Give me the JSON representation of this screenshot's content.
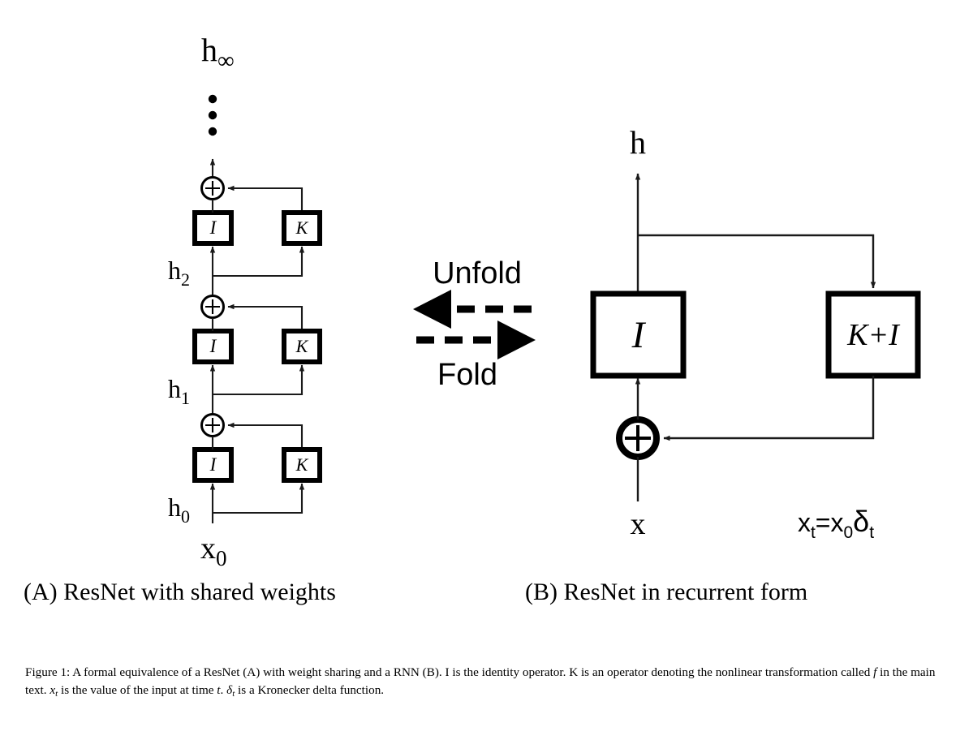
{
  "figure": {
    "panels": [
      {
        "id": "A",
        "caption": "(A) ResNet with shared weights",
        "top_label": "h",
        "top_label_sub": "∞",
        "input_label": "x",
        "input_label_sub": "0",
        "vertical_dots": "⋮",
        "stages": [
          {
            "state_label": "h",
            "state_sub": "2",
            "identity_box": "I",
            "operator_box": "K",
            "adder": "+"
          },
          {
            "state_label": "h",
            "state_sub": "1",
            "identity_box": "I",
            "operator_box": "K",
            "adder": "+"
          },
          {
            "state_label": "h",
            "state_sub": "0",
            "identity_box": "I",
            "operator_box": "K",
            "adder": "+"
          }
        ]
      },
      {
        "id": "B",
        "caption": "(B) ResNet in recurrent form",
        "top_label": "h",
        "input_label": "x",
        "identity_box": "I",
        "operator_box": "K+I",
        "adder": "+",
        "input_equation": "xₜ=x₀δₜ",
        "input_equation_parts": {
          "lhs": "x",
          "lhs_sub": "t",
          "eq": "=",
          "rhs1": "x",
          "rhs1_sub": "0",
          "rhs2": "δ",
          "rhs2_sub": "t"
        }
      }
    ],
    "transform_arrows": {
      "unfold_label": "Unfold",
      "fold_label": "Fold"
    },
    "caption_segments": [
      {
        "text": "Figure 1: A formal equivalence of a ResNet (A) with weight sharing and a RNN (B). I is the identity operator. K is an operator denoting the nonlinear transformation called ",
        "style": "normal"
      },
      {
        "text": "f",
        "style": "italic"
      },
      {
        "text": " in the main text. ",
        "style": "normal"
      },
      {
        "text": "x",
        "style": "italic"
      },
      {
        "text": "t",
        "style": "italic-sub"
      },
      {
        "text": " is the value of the input at time ",
        "style": "normal"
      },
      {
        "text": "t",
        "style": "italic"
      },
      {
        "text": ". ",
        "style": "normal"
      },
      {
        "text": "δ",
        "style": "italic"
      },
      {
        "text": "t",
        "style": "italic-sub"
      },
      {
        "text": " is a Kronecker delta function.",
        "style": "normal"
      }
    ],
    "caption_full": "Figure 1: A formal equivalence of a ResNet (A) with weight sharing and a RNN (B). I is the identity operator. K is an operator denoting the nonlinear transformation called f in the main text. x_t is the value of the input at time t. δ_t is a Kronecker delta function."
  },
  "colors": {
    "ink": "#000000",
    "background": "#ffffff"
  }
}
